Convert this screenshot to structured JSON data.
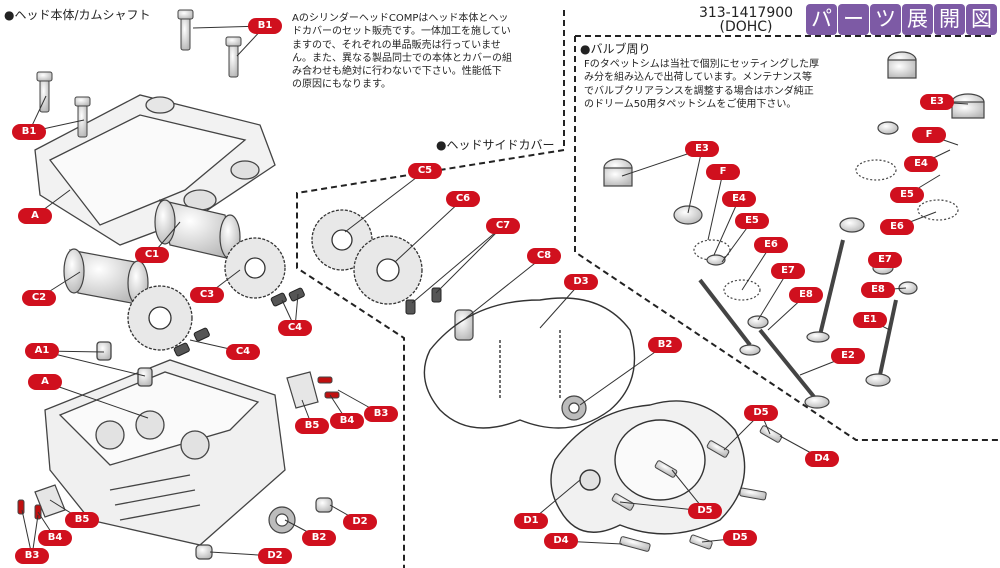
{
  "title_block": {
    "part_number": "313-1417900",
    "engine_type": "(DOHC)",
    "badge_chars": [
      "パ",
      "ー",
      "ツ",
      "展",
      "開",
      "図"
    ],
    "badge_color": "#7d5aa5"
  },
  "sections": {
    "head": {
      "heading": "●ヘッド本体/カムシャフト"
    },
    "notice": {
      "lines": [
        "AのシリンダーヘッドCOMPはヘッド本体とヘッ",
        "ドカバーのセット販売です。一体加工を施してい",
        "ますので、それぞれの単品販売は行っていませ",
        "ん。また、異なる製品同士での本体とカバーの組",
        "み合わせも絶対に行わないで下さい。性能低下",
        "の原因にもなります。"
      ]
    },
    "side_cover": {
      "heading": "●ヘッドサイドカバー"
    },
    "valve": {
      "heading": "●バルブ周り",
      "lines": [
        "Fのタペットシムは当社で個別にセッティングした厚",
        "み分を組み込んで出荷しています。メンテナンス等",
        "でバルブクリアランスを調整する場合はホンダ純正",
        "のドリーム50用タペットシムをご使用下さい。"
      ]
    }
  },
  "callouts": [
    {
      "id": "B1",
      "label": "B1"
    },
    {
      "id": "B1b",
      "label": "B1"
    },
    {
      "id": "A",
      "label": "A"
    },
    {
      "id": "C1",
      "label": "C1"
    },
    {
      "id": "C2",
      "label": "C2"
    },
    {
      "id": "C3",
      "label": "C3"
    },
    {
      "id": "C4",
      "label": "C4"
    },
    {
      "id": "C4b",
      "label": "C4"
    },
    {
      "id": "A1",
      "label": "A1"
    },
    {
      "id": "A2",
      "label": "A"
    },
    {
      "id": "B5",
      "label": "B5"
    },
    {
      "id": "B4",
      "label": "B4"
    },
    {
      "id": "B3",
      "label": "B3"
    },
    {
      "id": "B5b",
      "label": "B5"
    },
    {
      "id": "B4b",
      "label": "B4"
    },
    {
      "id": "B3b",
      "label": "B3"
    },
    {
      "id": "B2",
      "label": "B2"
    },
    {
      "id": "D2",
      "label": "D2"
    },
    {
      "id": "D2b",
      "label": "D2"
    },
    {
      "id": "C5",
      "label": "C5"
    },
    {
      "id": "C6",
      "label": "C6"
    },
    {
      "id": "C7",
      "label": "C7"
    },
    {
      "id": "C8",
      "label": "C8"
    },
    {
      "id": "D3",
      "label": "D3"
    },
    {
      "id": "B2b",
      "label": "B2"
    },
    {
      "id": "D1",
      "label": "D1"
    },
    {
      "id": "D4",
      "label": "D4"
    },
    {
      "id": "D4b",
      "label": "D4"
    },
    {
      "id": "D5",
      "label": "D5"
    },
    {
      "id": "D5b",
      "label": "D5"
    },
    {
      "id": "D5c",
      "label": "D5"
    },
    {
      "id": "E3",
      "label": "E3"
    },
    {
      "id": "F",
      "label": "F"
    },
    {
      "id": "E4",
      "label": "E4"
    },
    {
      "id": "E5",
      "label": "E5"
    },
    {
      "id": "E6",
      "label": "E6"
    },
    {
      "id": "E7",
      "label": "E7"
    },
    {
      "id": "E8",
      "label": "E8"
    },
    {
      "id": "E2",
      "label": "E2"
    },
    {
      "id": "E3b",
      "label": "E3"
    },
    {
      "id": "Fb",
      "label": "F"
    },
    {
      "id": "E4b",
      "label": "E4"
    },
    {
      "id": "E5b",
      "label": "E5"
    },
    {
      "id": "E6b",
      "label": "E6"
    },
    {
      "id": "E7b",
      "label": "E7"
    },
    {
      "id": "E8b",
      "label": "E8"
    },
    {
      "id": "E1",
      "label": "E1"
    }
  ],
  "colors": {
    "callout": "#d0101e",
    "line": "#333333",
    "border": "#222222"
  }
}
